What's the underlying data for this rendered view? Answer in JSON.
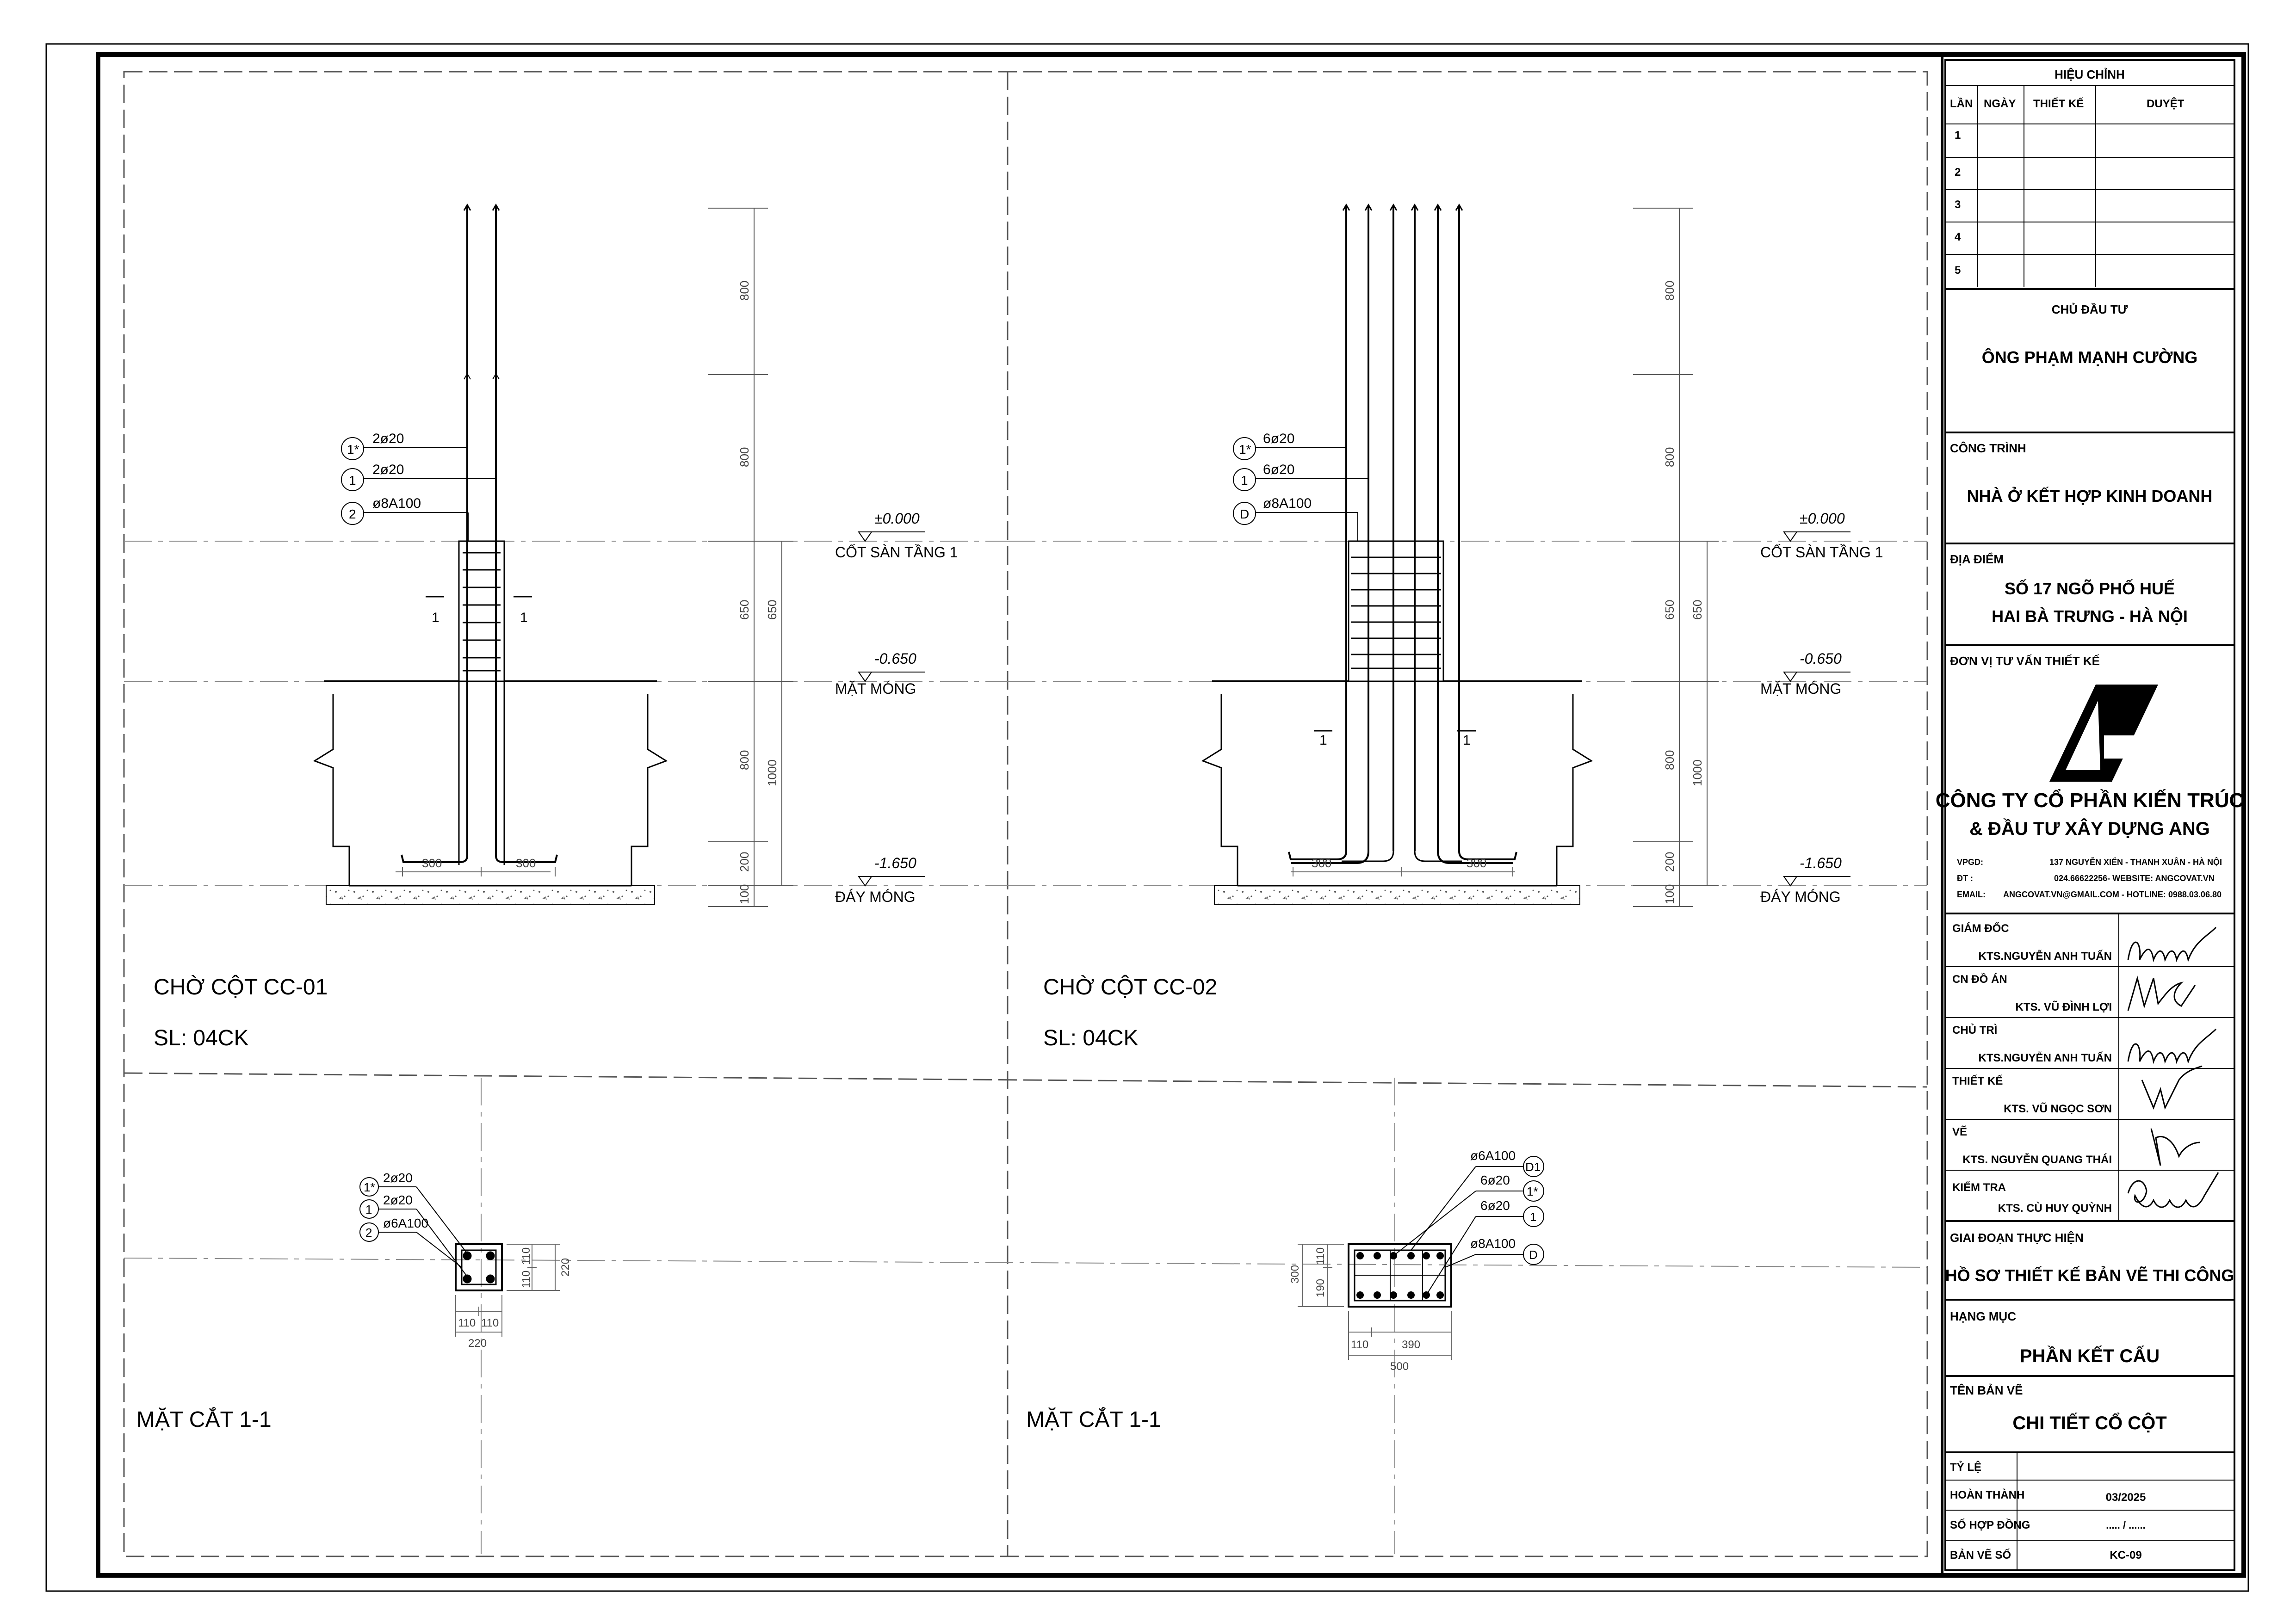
{
  "revision": {
    "title": "HIỆU CHỈNH",
    "col_lan": "LẦN",
    "col_ngay": "NGÀY",
    "col_thietke": "THIẾT KẾ",
    "col_duyet": "DUYỆT",
    "rows": [
      "1",
      "2",
      "3",
      "4",
      "5"
    ]
  },
  "owner": {
    "label": "CHỦ ĐẦU TƯ",
    "value": "ÔNG PHẠM MẠNH CƯỜNG"
  },
  "project": {
    "label": "CÔNG TRÌNH",
    "value": "NHÀ Ở KẾT HỢP KINH DOANH"
  },
  "location": {
    "label": "ĐỊA ĐIỂM",
    "line1": "SỐ 17 NGÕ PHỐ HUẾ",
    "line2": "HAI BÀ TRƯNG - HÀ NỘI"
  },
  "consultant": {
    "label": "ĐƠN VỊ TƯ VẤN THIẾT KẾ",
    "company1": "CÔNG TY CỔ PHẦN KIẾN TRÚC",
    "company2": "& ĐẦU  TƯ XÂY DỰNG ANG",
    "vpgd_label": "VPGD:",
    "vpgd": "137 NGUYỄN XIỂN - THANH XUÂN - HÀ NỘI",
    "dt_label": "ĐT       :",
    "dt": "024.66622256- WEBSITE: ANGCOVAT.VN",
    "email_label": "EMAIL:",
    "email": "ANGCOVAT.VN@GMAIL.COM - HOTLINE: 0988.03.06.80"
  },
  "signers": [
    {
      "role": "GIÁM ĐỐC",
      "name": "KTS.NGUYỄN ANH TUẤN"
    },
    {
      "role": "CN ĐỒ ÁN",
      "name": "KTS. VŨ ĐÌNH LỢI"
    },
    {
      "role": "CHỦ TRÌ",
      "name": "KTS.NGUYỄN ANH TUẤN"
    },
    {
      "role": "THIẾT KẾ",
      "name": "KTS. VŨ NGỌC SƠN"
    },
    {
      "role": "VẼ",
      "name": "KTS. NGUYỄN QUANG THÁI"
    },
    {
      "role": "KIỂM TRA",
      "name": "KTS. CÙ HUY QUỲNH"
    }
  ],
  "phase": {
    "label": "GIAI ĐOẠN THỰC HIỆN",
    "value": "HỒ SƠ THIẾT KẾ BẢN VẼ THI CÔNG"
  },
  "category": {
    "label": "HẠNG MỤC",
    "value": "PHẦN KẾT CẤU"
  },
  "drawing_title": {
    "label": "TÊN BẢN VẼ",
    "value": "CHI TIẾT CỔ CỘT"
  },
  "meta": {
    "scale_label": "TỶ LỆ",
    "done_label": "HOÀN THÀNH",
    "done_value": "03/2025",
    "contract_label": "SỐ HỢP ĐỒNG",
    "contract_value": "..... / ......",
    "sheet_label": "BẢN VẼ SỐ",
    "sheet_value": "KC-09"
  },
  "levels": {
    "l0": "±0.000",
    "l0_name": "CỐT SÀN TẦNG 1",
    "l1": "-0.650",
    "l1_name": "MẶT MÓNG",
    "l2": "-1.650",
    "l2_name": "ĐÁY MÓNG"
  },
  "elev_dims": [
    "800",
    "800",
    "650",
    "800",
    "200",
    "100"
  ],
  "elev_dims_outer": [
    "650",
    "1000"
  ],
  "cc01": {
    "title": "CHỜ CỘT CC-01",
    "qty": "SL: 04CK",
    "tags": [
      {
        "mark": "1*",
        "text": "2ø20"
      },
      {
        "mark": "1",
        "text": "2ø20"
      },
      {
        "mark": "2",
        "text": "ø8A100"
      }
    ],
    "section_mark": "1",
    "foot_dims": [
      "300",
      "300"
    ],
    "section": {
      "title": "MẶT CẮT 1-1",
      "tags": [
        {
          "mark": "1*",
          "text": "2ø20"
        },
        {
          "mark": "1",
          "text": "2ø20"
        },
        {
          "mark": "2",
          "text": "ø6A100"
        }
      ],
      "dims_bottom": [
        "110",
        "110"
      ],
      "dim_total": "220",
      "dims_right": [
        "110",
        "110"
      ],
      "dim_right_total": "220"
    }
  },
  "cc02": {
    "title": "CHỜ CỘT CC-02",
    "qty": "SL: 04CK",
    "tags": [
      {
        "mark": "1*",
        "text": "6ø20"
      },
      {
        "mark": "1",
        "text": "6ø20"
      },
      {
        "mark": "D",
        "text": "ø8A100"
      }
    ],
    "section_mark": "1",
    "foot_dims": [
      "300",
      "300"
    ],
    "section": {
      "title": "MẶT CẮT 1-1",
      "tags": [
        {
          "mark": "D1",
          "text": "ø6A100"
        },
        {
          "mark": "1*",
          "text": "6ø20"
        },
        {
          "mark": "1",
          "text": "6ø20"
        },
        {
          "mark": "D",
          "text": "ø8A100"
        }
      ],
      "dims_bottom": [
        "110",
        "390"
      ],
      "dim_total": "500",
      "dims_left": [
        "110",
        "190"
      ],
      "dim_left_total": "300"
    }
  }
}
